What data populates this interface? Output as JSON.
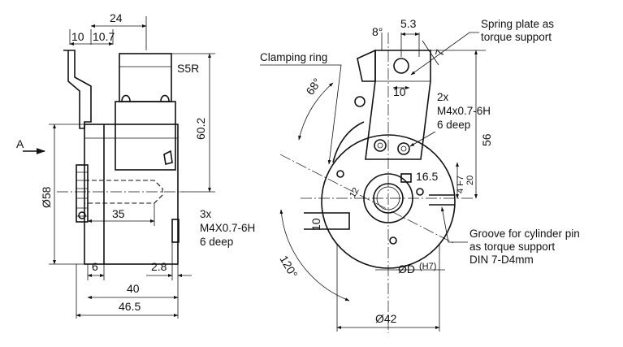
{
  "side_view": {
    "view_letter": "A",
    "dims": {
      "d24": "24",
      "d10": "10",
      "d10_7": "10.7",
      "s5r": "S5R",
      "d60_2": "60.2",
      "d58": "Ø58",
      "d35": "35",
      "d6": "6",
      "d2_8": "2.8",
      "d40": "40",
      "d46_5": "46.5"
    }
  },
  "front_view": {
    "dims": {
      "d8deg": "8°",
      "d5_3": "5.3",
      "d7": "7",
      "d10_top": "10",
      "d68deg": "68°",
      "d56": "56",
      "d16_5": "16.5",
      "d4f7": "4 F7",
      "d20": "20",
      "d10_slot": "10",
      "d12": "12",
      "d120deg": "120°",
      "dD": "ØD",
      "dD_tol": "(H7)",
      "d42": "Ø42"
    },
    "callouts": {
      "clamping_ring": "Clamping ring",
      "spring_plate": [
        "Spring plate as",
        "torque support"
      ],
      "thread_2x": [
        "2x",
        "M4x0.7-6H",
        "6 deep"
      ],
      "thread_3x": [
        "3x",
        "M4X0.7-6H",
        "6 deep"
      ],
      "groove": [
        "Groove for cylinder pin",
        "as torque support",
        "DIN 7-D4mm"
      ]
    }
  }
}
